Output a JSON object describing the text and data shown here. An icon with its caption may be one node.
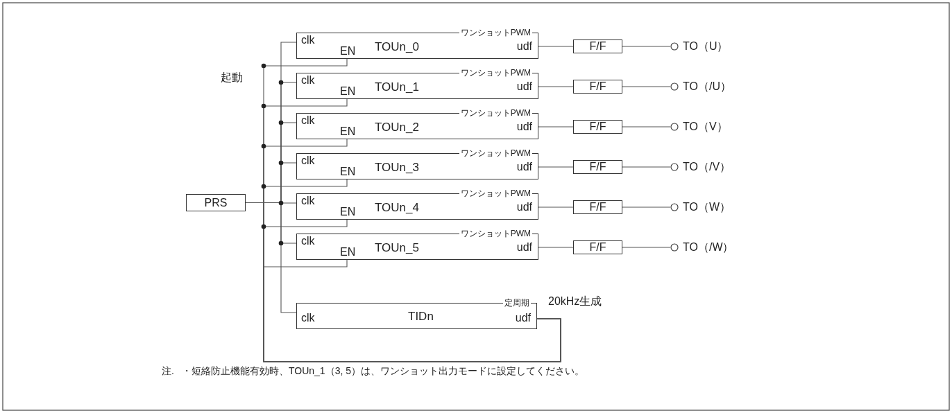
{
  "diagram": {
    "nodes": [
      {
        "text": [
          "PRS"
        ]
      },
      {
        "text": [
          "clk",
          "EN",
          "TOUn_0",
          "ワンショットPWM",
          "udf"
        ]
      },
      {
        "text": [
          "clk",
          "EN",
          "TOUn_1",
          "ワンショットPWM",
          "udf"
        ]
      },
      {
        "text": [
          "clk",
          "EN",
          "TOUn_2",
          "ワンショットPWM",
          "udf"
        ]
      },
      {
        "text": [
          "clk",
          "EN",
          "TOUn_3",
          "ワンショットPWM",
          "udf"
        ]
      },
      {
        "text": [
          "clk",
          "EN",
          "TOUn_4",
          "ワンショットPWM",
          "udf"
        ]
      },
      {
        "text": [
          "clk",
          "EN",
          "TOUn_5",
          "ワンショットPWM",
          "udf"
        ]
      },
      {
        "text": [
          "clk",
          "TIDn",
          "定周期",
          "udf"
        ],
        "beside": [
          "20kHz生成"
        ]
      },
      {
        "text": [
          "F/F"
        ]
      },
      {
        "text": [
          "F/F"
        ]
      },
      {
        "text": [
          "F/F"
        ]
      },
      {
        "text": [
          "F/F"
        ]
      },
      {
        "text": [
          "F/F"
        ]
      },
      {
        "text": [
          "F/F"
        ]
      },
      {
        "text": [
          "TO（U）"
        ]
      },
      {
        "text": [
          "TO（/U）"
        ]
      },
      {
        "text": [
          "TO（V）"
        ]
      },
      {
        "text": [
          "TO（/V）"
        ]
      },
      {
        "text": [
          "TO（W）"
        ]
      },
      {
        "text": [
          "TO（/W）"
        ]
      }
    ],
    "edges": [
      {
        "from": 0,
        "to": 1,
        "arrow": "none"
      },
      {
        "from": 0,
        "to": 2,
        "arrow": "none"
      },
      {
        "from": 0,
        "to": 3,
        "arrow": "none"
      },
      {
        "from": 0,
        "to": 4,
        "arrow": "none"
      },
      {
        "from": 0,
        "to": 5,
        "arrow": "none"
      },
      {
        "from": 0,
        "to": 6,
        "arrow": "none"
      },
      {
        "from": 0,
        "to": 7,
        "arrow": "none"
      },
      {
        "from": 7,
        "to": 1,
        "arrow": "none"
      },
      {
        "from": 7,
        "to": 2,
        "arrow": "none"
      },
      {
        "from": 7,
        "to": 3,
        "arrow": "none"
      },
      {
        "from": 7,
        "to": 4,
        "arrow": "none"
      },
      {
        "from": 7,
        "to": 5,
        "arrow": "none"
      },
      {
        "from": 7,
        "to": 6,
        "arrow": "none"
      },
      {
        "from": 1,
        "to": 8,
        "arrow": "none"
      },
      {
        "from": 2,
        "to": 9,
        "arrow": "none"
      },
      {
        "from": 3,
        "to": 10,
        "arrow": "none"
      },
      {
        "from": 4,
        "to": 11,
        "arrow": "none"
      },
      {
        "from": 5,
        "to": 12,
        "arrow": "none"
      },
      {
        "from": 6,
        "to": 13,
        "arrow": "none"
      },
      {
        "from": 8,
        "to": 14,
        "arrow": "none"
      },
      {
        "from": 9,
        "to": 15,
        "arrow": "none"
      },
      {
        "from": 10,
        "to": 16,
        "arrow": "none"
      },
      {
        "from": 11,
        "to": 17,
        "arrow": "none"
      },
      {
        "from": 12,
        "to": 18,
        "arrow": "none"
      },
      {
        "from": 13,
        "to": 19,
        "arrow": "none"
      }
    ],
    "labels": [
      "起動",
      "注.",
      "・短絡防止機能有効時、TOUn_1（3, 5）は、ワンショット出力モードに設定してください。"
    ]
  }
}
